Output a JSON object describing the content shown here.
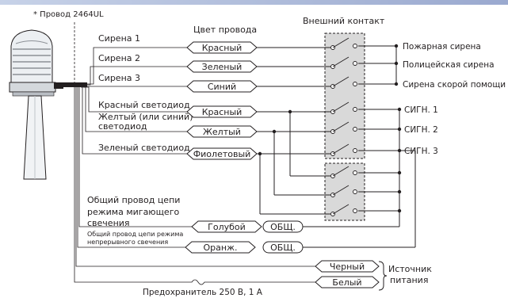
{
  "header": {
    "cable_note": "* Провод 2464UL",
    "wire_color_title": "Цвет провода",
    "contact_title": "Внешний контакт"
  },
  "wires": {
    "siren1": "Сирена 1",
    "siren2": "Сирена 2",
    "siren3": "Сирена 3",
    "red_led": "Красный светодиод",
    "yellow_led_1": "Желтый (или синий)",
    "yellow_led_2": "светодиод",
    "green_led": "Зеленый светодиод",
    "blink_common_1": "Общий провод цепи",
    "blink_common_2": "режима мигающего",
    "blink_common_3": "свечения",
    "steady_common_1": "Общий провод цепи режима",
    "steady_common_2": "непрерывного свечения"
  },
  "tags": {
    "red1": "Красный",
    "green": "Зеленый",
    "blue": "Синий",
    "red2": "Красный",
    "yellow": "Желтый",
    "violet": "Фиолетовый",
    "lightblue": "Голубой",
    "orange": "Оранж.",
    "common1": "ОБЩ.",
    "common2": "ОБЩ.",
    "black": "Черный",
    "white": "Белый"
  },
  "outputs": {
    "fire": "Пожарная сирена",
    "police": "Полицейская сирена",
    "ambulance": "Сирена скорой помощи",
    "sig1": "СИГН. 1",
    "sig2": "СИГН. 2",
    "sig3": "СИГН. 3"
  },
  "power": {
    "label_1": "Источник",
    "label_2": "питания",
    "fuse": "Предохранитель 250 В, 1 А"
  }
}
